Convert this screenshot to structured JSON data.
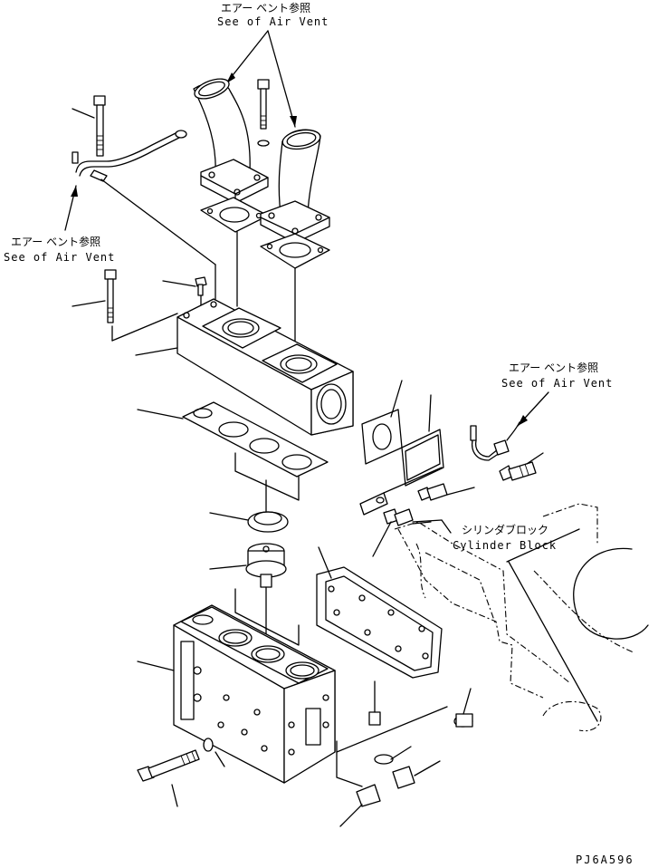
{
  "callouts": [
    {
      "id": "top",
      "jp": "エアー ベント参照",
      "en": "See of Air Vent"
    },
    {
      "id": "left",
      "jp": "エアー ベント参照",
      "en": "See of Air Vent"
    },
    {
      "id": "right",
      "jp": "エアー ベント参照",
      "en": "See of Air Vent"
    }
  ],
  "cylinder_block": {
    "jp": "シリンダブロック",
    "en": "Cylinder Block"
  },
  "drawing_code": "PJ6A596"
}
